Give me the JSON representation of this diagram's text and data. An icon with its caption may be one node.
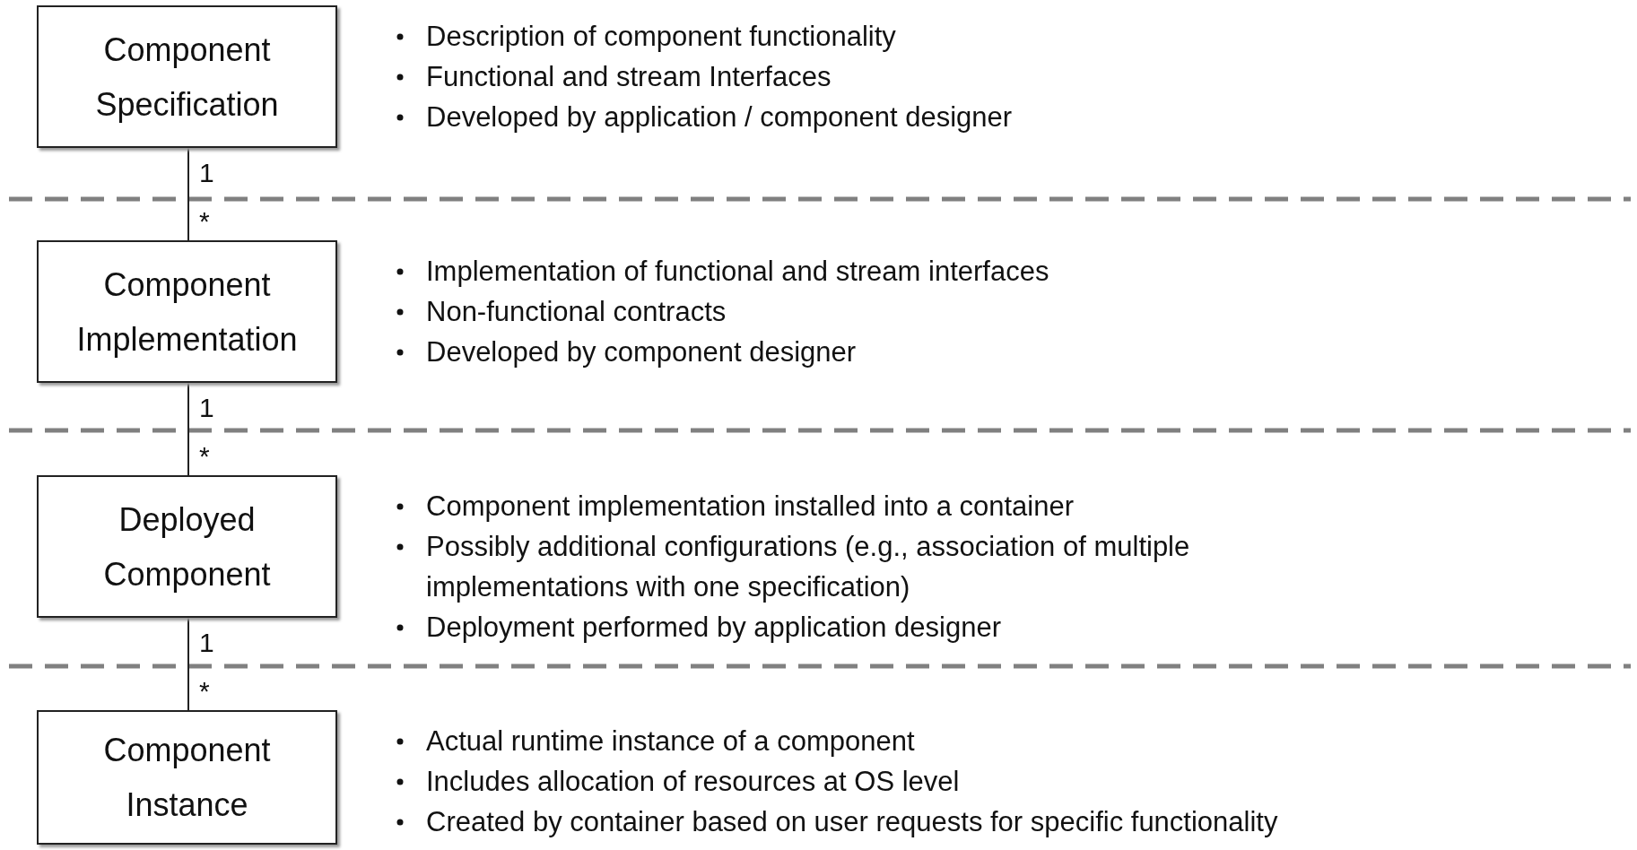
{
  "diagram": {
    "nodes": [
      {
        "text": [
          "Component Specification"
        ],
        "beside": [
          "Description of component functionality",
          "Functional and stream Interfaces",
          "Developed by application / component designer"
        ]
      },
      {
        "text": [
          "Component Implementation"
        ],
        "beside": [
          "Implementation of functional and stream interfaces",
          "Non-functional contracts",
          "Developed by component designer"
        ]
      },
      {
        "text": [
          "Deployed Component"
        ],
        "beside": [
          "Component implementation installed into a container",
          "Possibly additional configurations (e.g., association of multiple implementations with one specification)",
          "Deployment performed by application designer"
        ]
      },
      {
        "text": [
          "Component Instance"
        ],
        "beside": [
          "Actual runtime instance of a component",
          "Includes allocation of resources at OS level",
          "Created by container based on user requests for specific functionality"
        ]
      }
    ],
    "edges": [
      {
        "from": 0,
        "to": 1,
        "arrow": "none"
      },
      {
        "from": 1,
        "to": 2,
        "arrow": "none"
      },
      {
        "from": 2,
        "to": 3,
        "arrow": "none"
      }
    ],
    "labels": [
      "1",
      "*",
      "1",
      "*",
      "1",
      "*"
    ]
  }
}
